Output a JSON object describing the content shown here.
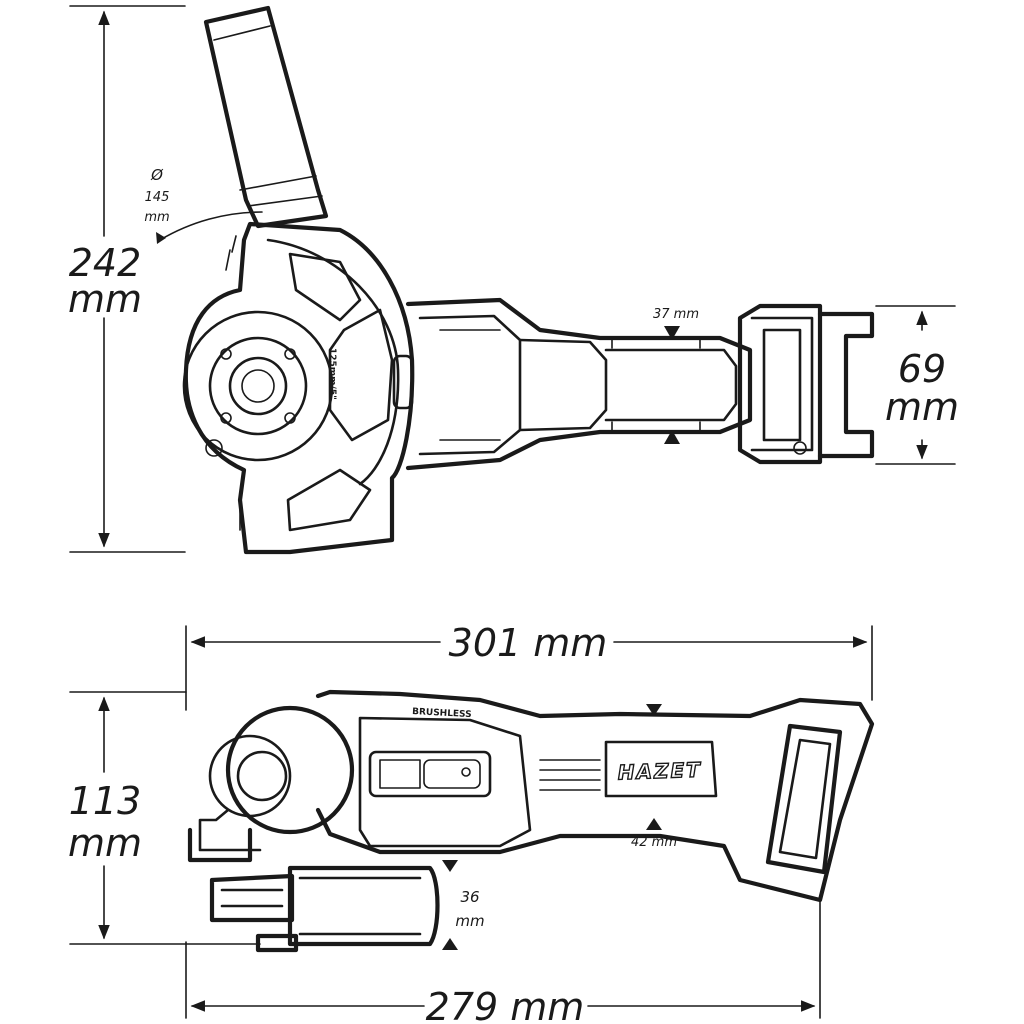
{
  "top_view": {
    "height_value": "242",
    "height_unit": "mm",
    "disc_symbol": "Ø",
    "disc_value": "145",
    "disc_unit": "mm",
    "guard_marking": "125mm/5\"",
    "grip_width": "37 mm",
    "battery_width_value": "69",
    "battery_width_unit": "mm"
  },
  "side_view": {
    "total_length": "301 mm",
    "height_value": "113",
    "height_unit": "mm",
    "grip_height": "42 mm",
    "disc_height_value": "36",
    "disc_height_unit": "mm",
    "base_length": "279 mm",
    "motor_label": "BRUSHLESS",
    "brand_logo": "HAZET"
  }
}
